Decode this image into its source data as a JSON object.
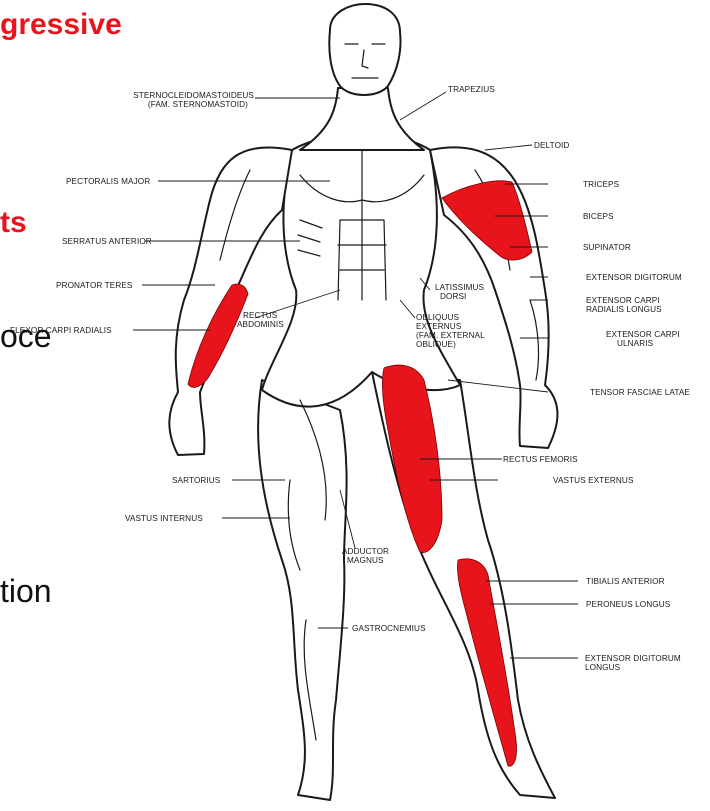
{
  "slide_text": {
    "line1": "gressive",
    "line2": "ts",
    "line3": "oce",
    "line4": "tion"
  },
  "colors": {
    "highlight": "#e8141c",
    "line": "#1a1a1a",
    "background": "#ffffff"
  },
  "labels": {
    "scm_1": "STERNOCLEIDOMASTOIDEUS",
    "scm_2": "(FAM. STERNOMASTOID)",
    "trapezius": "TRAPEZIUS",
    "deltoid": "DELTOID",
    "pectoralis": "PECTORALIS MAJOR",
    "triceps": "TRICEPS",
    "biceps": "BICEPS",
    "serratus": "SERRATUS ANTERIOR",
    "supinator": "SUPINATOR",
    "ext_digitorum": "EXTENSOR DIGITORUM",
    "pronator": "PRONATOR TERES",
    "latissimus_1": "LATISSIMUS",
    "latissimus_2": "DORSI",
    "ext_carpi_rad_1": "EXTENSOR CARPI",
    "ext_carpi_rad_2": "RADIALIS LONGUS",
    "flexor_carpi": "FLEXOR CARPI RADIALIS",
    "rectus_abd_1": "RECTUS",
    "rectus_abd_2": "ABDOMINIS",
    "obliquus_1": "OBLIQUUS",
    "obliquus_2": "EXTERNUS",
    "obliquus_3": "(FAM. EXTERNAL",
    "obliquus_4": "OBLIQUE)",
    "ext_carpi_uln_1": "EXTENSOR CARPI",
    "ext_carpi_uln_2": "ULNARIS",
    "tensor": "TENSOR FASCIAE LATAE",
    "rectus_fem": "RECTUS FEMORIS",
    "sartorius": "SARTORIUS",
    "vastus_ext": "VASTUS EXTERNUS",
    "vastus_int": "VASTUS INTERNUS",
    "adductor_1": "ADDUCTOR",
    "adductor_2": "MAGNUS",
    "tibialis": "TIBIALIS ANTERIOR",
    "peroneus": "PERONEUS LONGUS",
    "gastrocnemius": "GASTROCNEMIUS",
    "ext_dig_longus_1": "EXTENSOR DIGITORUM",
    "ext_dig_longus_2": "LONGUS"
  }
}
